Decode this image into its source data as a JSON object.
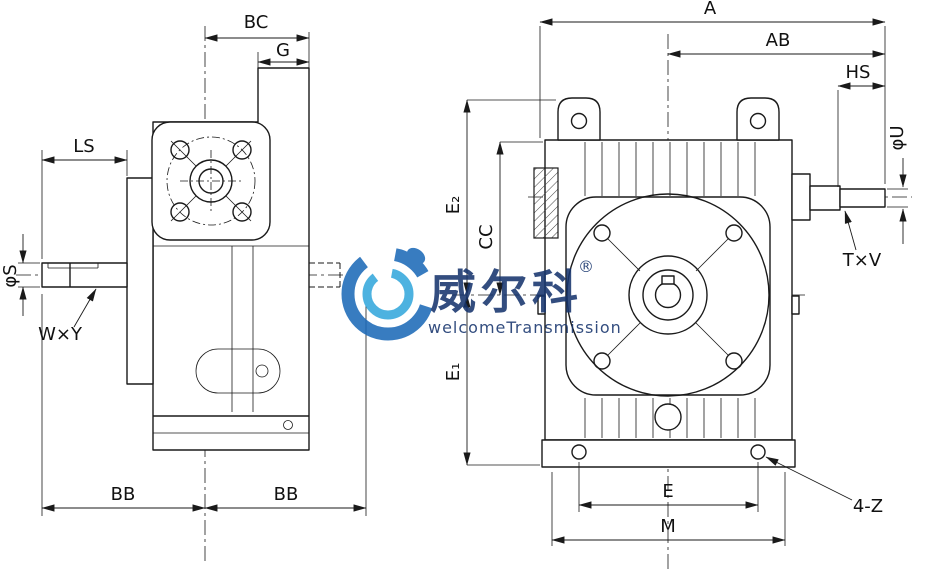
{
  "left": {
    "dim_bc": "BC",
    "dim_g": "G",
    "dim_ls": "LS",
    "dim_phi_s": "φS",
    "dim_wxy": "W×Y",
    "dim_bb_left": "BB",
    "dim_bb_right": "BB"
  },
  "right": {
    "dim_a": "A",
    "dim_ab": "AB",
    "dim_hs": "HS",
    "dim_phi_u": "φU",
    "dim_txv": "T×V",
    "dim_e2": "E₂",
    "dim_cc": "CC",
    "dim_e1": "E₁",
    "dim_e": "E",
    "dim_m": "M",
    "dim_4z": "4-Z"
  },
  "watermark": {
    "brand": "威尔科",
    "registered": "®",
    "subtitle": "welcomeTransmission"
  },
  "colors": {
    "line": "#1a1a1a",
    "watermark_navy": "#17356e",
    "watermark_blue": "#35a8dc"
  }
}
